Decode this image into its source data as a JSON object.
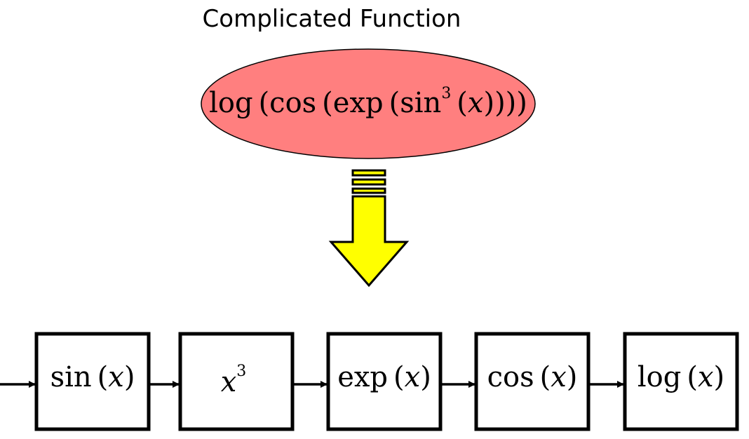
{
  "title": "Complicated Function",
  "colors": {
    "ellipse_fill": "#ff7f7f",
    "arrow_fill": "#ffff00",
    "stroke": "#000000"
  },
  "composite": {
    "f1": "log",
    "f2": "cos",
    "f3": "exp",
    "f4": "sin",
    "exponent": "3",
    "variable": "x"
  },
  "chain": [
    {
      "func": "sin",
      "variable": "x"
    },
    {
      "func": "",
      "variable": "x",
      "exponent": "3"
    },
    {
      "func": "exp",
      "variable": "x"
    },
    {
      "func": "cos",
      "variable": "x"
    },
    {
      "func": "log",
      "variable": "x"
    }
  ]
}
